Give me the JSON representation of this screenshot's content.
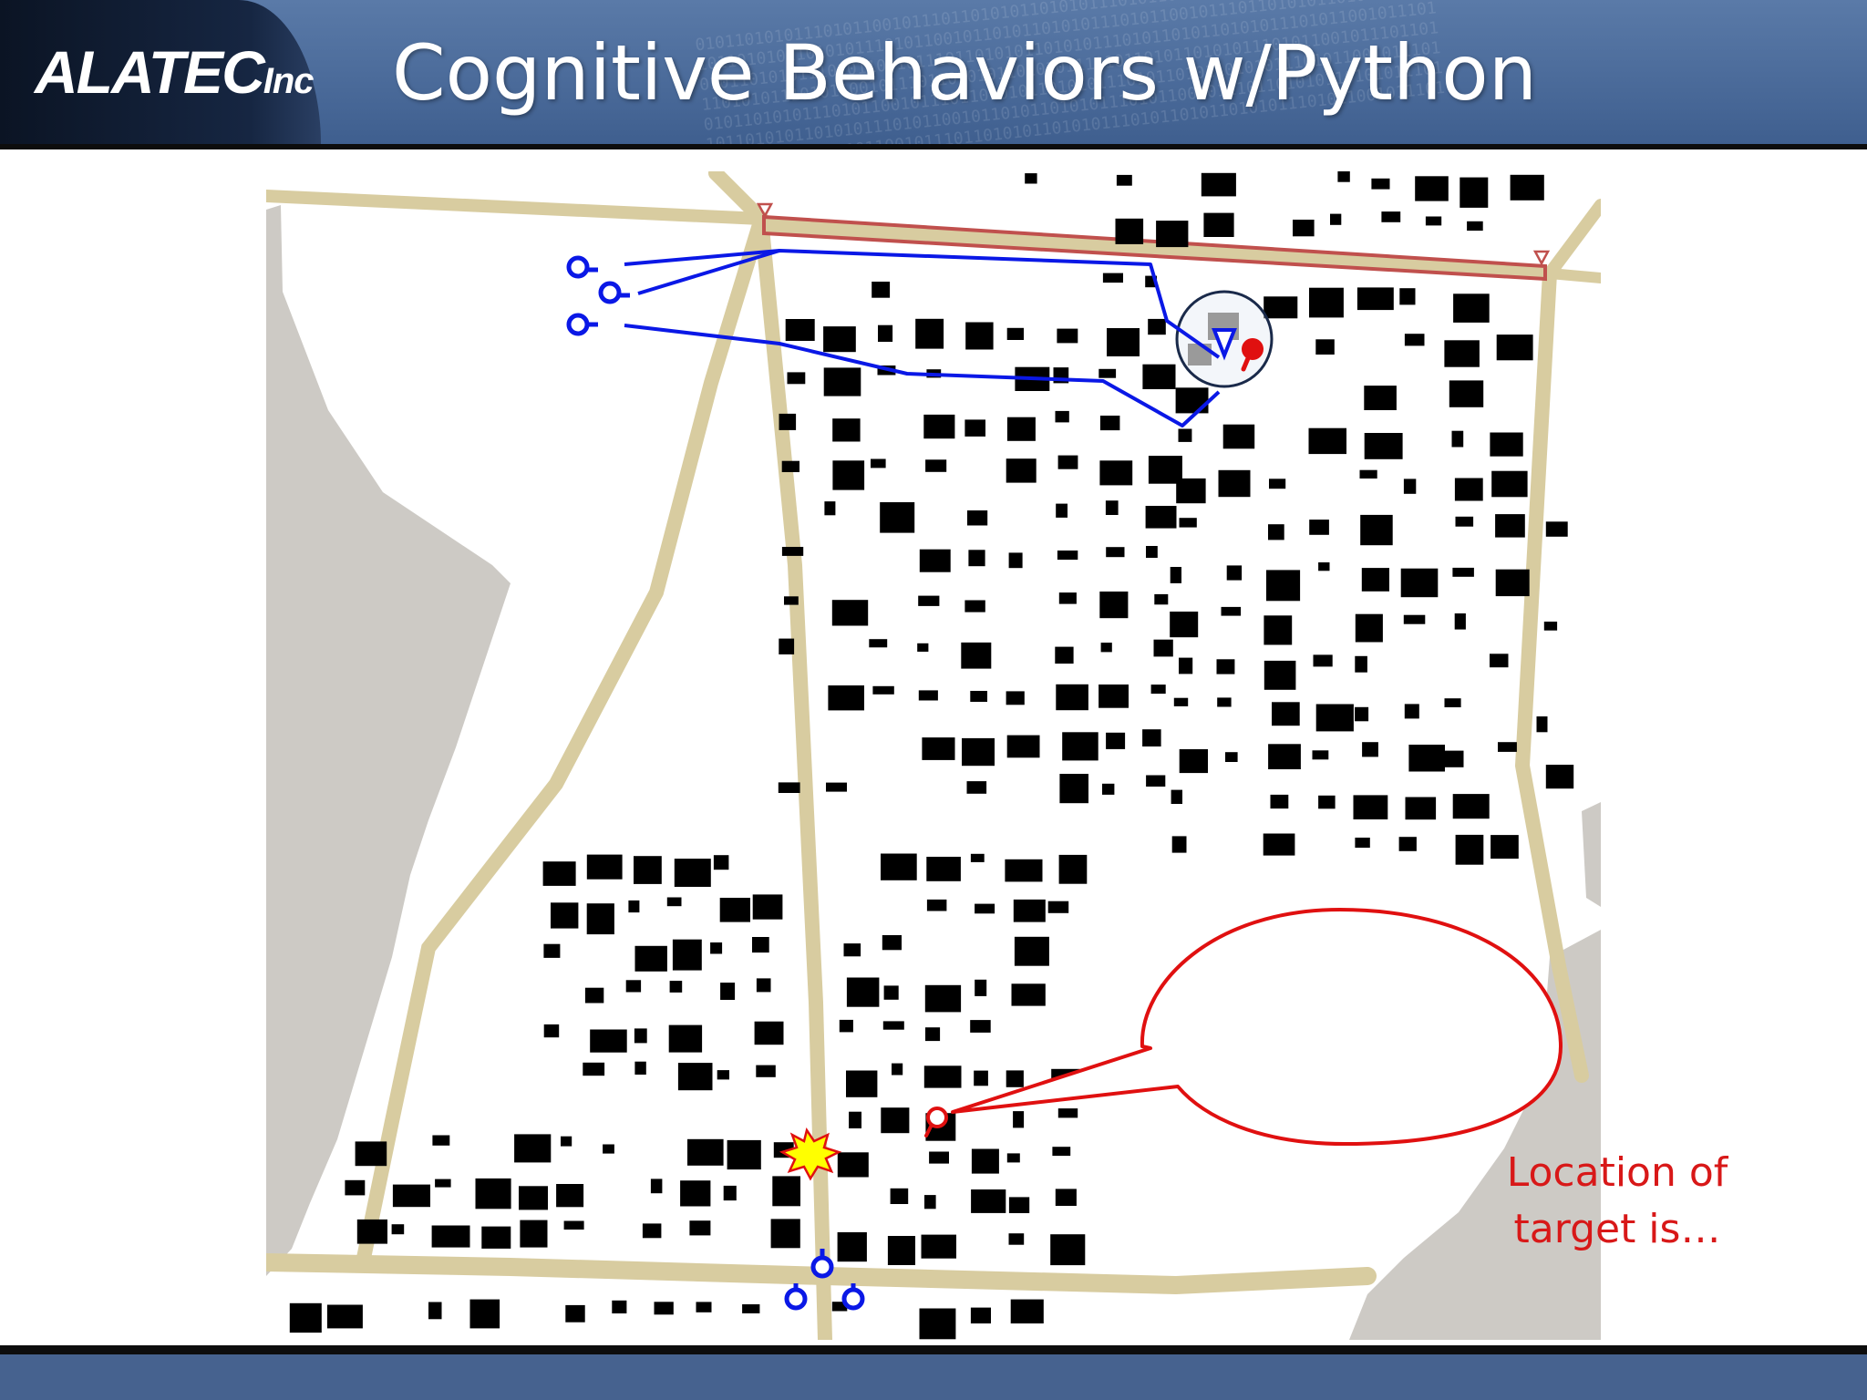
{
  "slide": {
    "logo_main": "ALATEC",
    "logo_suffix": "Inc",
    "title": "Cognitive Behaviors w/Python"
  },
  "map": {
    "callout_line1": "Location of",
    "callout_line2": "target is…"
  },
  "colors": {
    "header_blue": "#4a6a9a",
    "road": "#d8cca0",
    "terrain": "#cdcac5",
    "building": "#000000",
    "friendly_unit": "#0a18e6",
    "target": "#e01010",
    "phase_line": "#c0504d",
    "explosion": "#ffff00"
  },
  "icons": [
    "logo-wordmark",
    "friendly-unit-icon",
    "target-marker-icon",
    "explosion-icon",
    "phase-line-triangle-icon"
  ]
}
